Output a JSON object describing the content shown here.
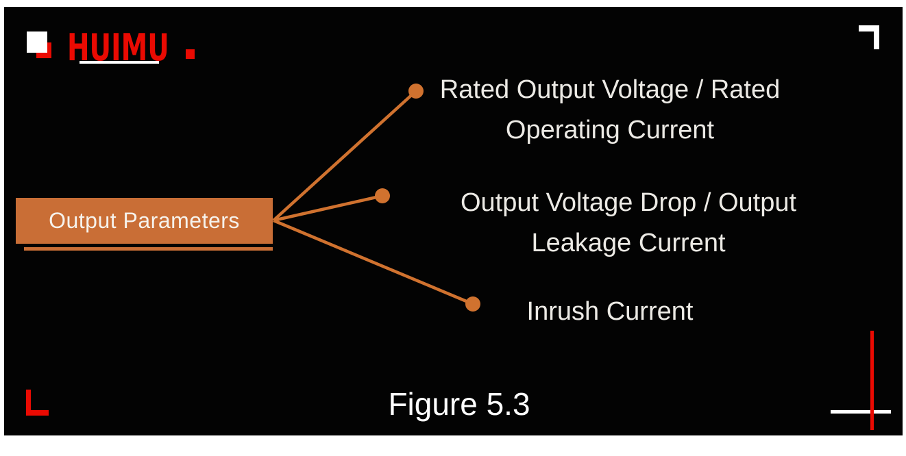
{
  "colors": {
    "page_background": "#ffffff",
    "canvas_background": "#030303",
    "accent_orange": "#c96e36",
    "connector_orange": "#d0722f",
    "brand_red": "#ea0a02",
    "text_light": "#eceae5",
    "pure_white": "#ffffff"
  },
  "logo": {
    "brand": "HUIMU"
  },
  "root": {
    "label": "Output Parameters"
  },
  "branches": [
    {
      "lines": [
        "Rated Output Voltage / Rated",
        "Operating Current"
      ]
    },
    {
      "lines": [
        "Output Voltage Drop / Output",
        "Leakage Current"
      ]
    },
    {
      "lines": [
        "Inrush Current"
      ]
    }
  ],
  "caption": "Figure 5.3"
}
